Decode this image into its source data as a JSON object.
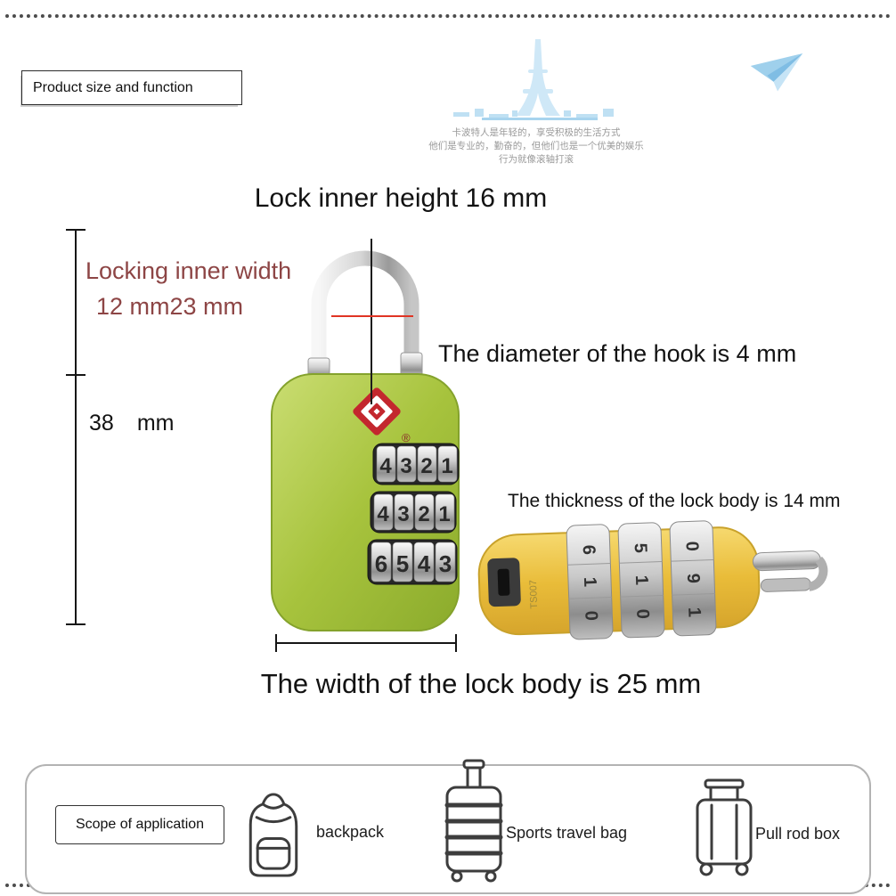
{
  "header": {
    "badge": "Product size and function",
    "watermark_lines": [
      "卡波特人是年轻的，享受积极的生活方式",
      "他们是专业的，勤奋的，但他们也是一个优美的娱乐",
      "行为就像滚轴打滚"
    ]
  },
  "annotations": {
    "inner_height": "Lock inner height 16 mm",
    "inner_width_line1": "Locking inner width",
    "inner_width_line2": "12 mm23 mm",
    "hook_diameter": "The diameter of the hook is 4 mm",
    "body_height_value": "38",
    "body_height_unit": "mm",
    "thickness": "The thickness of the lock body is 14 mm",
    "body_width": "The width of the lock body is 25 mm"
  },
  "green_lock": {
    "registered_mark": "®",
    "dial_rows": [
      [
        "4",
        "3",
        "2",
        "1"
      ],
      [
        "4",
        "3",
        "2",
        "1"
      ],
      [
        "6",
        "5",
        "4",
        "3"
      ]
    ]
  },
  "yellow_lock": {
    "marking": "TS007",
    "dial_cols": [
      [
        "6",
        "1",
        "0"
      ],
      [
        "5",
        "1",
        "0"
      ],
      [
        "0",
        "9",
        "1"
      ]
    ]
  },
  "applications": {
    "label": "Scope of application",
    "items": [
      {
        "label": "backpack"
      },
      {
        "label": "Sports travel bag"
      },
      {
        "label": "Pull rod box"
      }
    ]
  },
  "colors": {
    "lock_green": "#a7c33d",
    "lock_yellow": "#e9bc39",
    "tsa_red": "#c3272e",
    "annotation_red": "#e03424",
    "maroon_text": "#8d4545",
    "watermark_blue": "#cfe8f7"
  }
}
